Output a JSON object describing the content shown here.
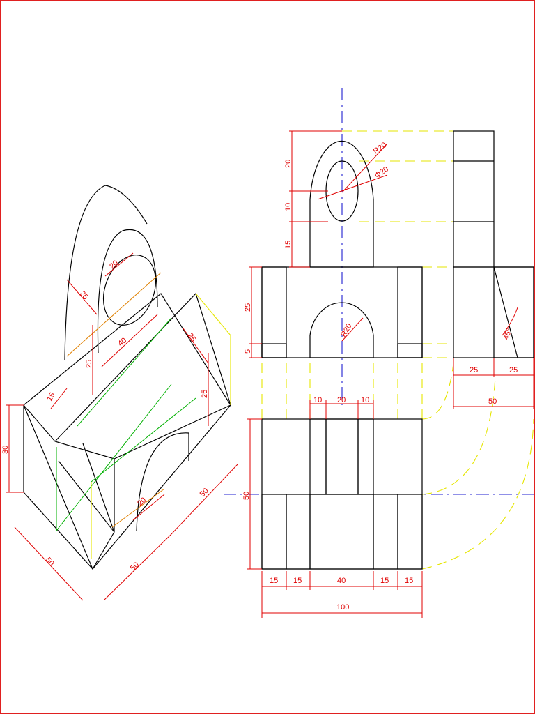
{
  "colors": {
    "object": "#000000",
    "dimension": "#e00000",
    "projection": "#e6e600",
    "centerline": "#2020d0",
    "hidden_green": "#00b000",
    "orange": "#e08000"
  },
  "iso_dims": {
    "d30": "30",
    "d15": "15",
    "d20_top": "20",
    "d25_slot": "25",
    "d40": "40",
    "d25_left": "25",
    "d25_right": "25",
    "d25_slot2": "25",
    "d20_arch": "20",
    "d50_left": "50",
    "d50_bottom": "50",
    "d50_right": "50"
  },
  "front_dims": {
    "d20": "20",
    "d10": "10",
    "d15": "15",
    "d25": "25",
    "d5": "5",
    "r20": "R20",
    "phi20": "Φ20",
    "r20_arch": "R20"
  },
  "side_dims": {
    "d25a": "25",
    "d25b": "25",
    "d50": "50",
    "d45": "45°"
  },
  "top_dims": {
    "d10a": "10",
    "d20": "20",
    "d10b": "10",
    "d50": "50",
    "b15a": "15",
    "b15b": "15",
    "b40": "40",
    "b15c": "15",
    "b15d": "15",
    "b100": "100"
  }
}
